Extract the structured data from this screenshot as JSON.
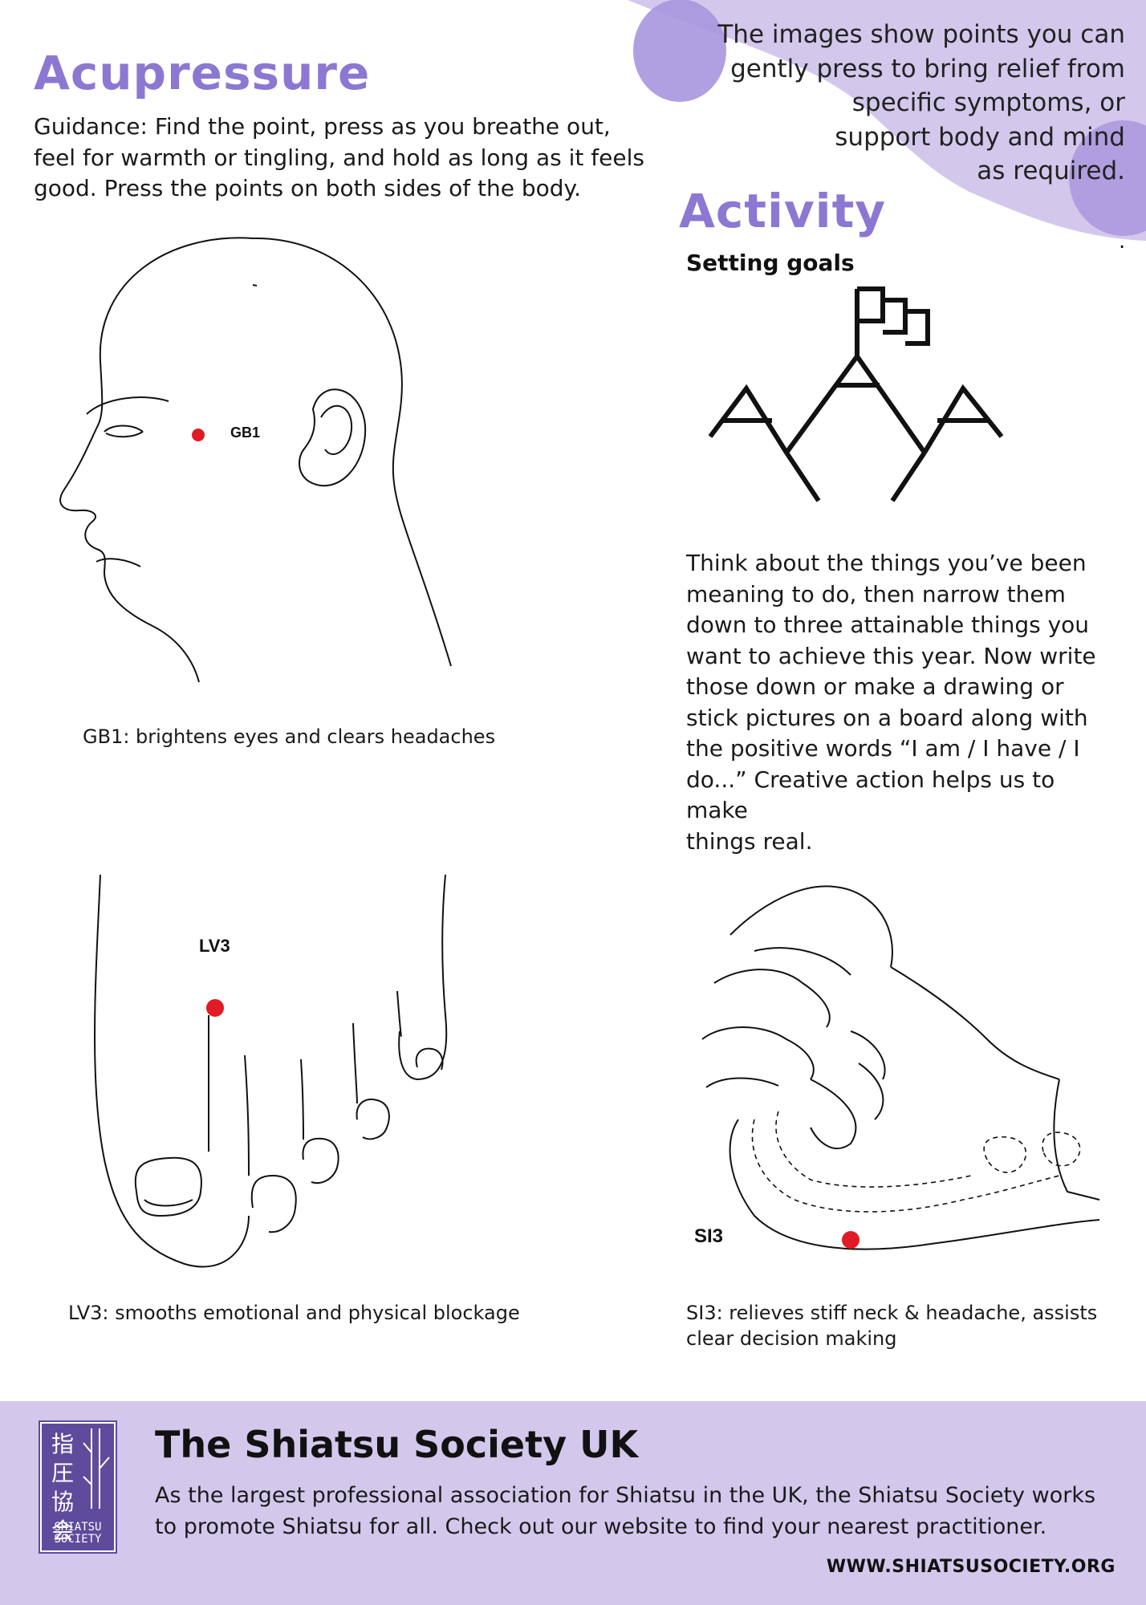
{
  "colors": {
    "accent": "#8c78d2",
    "blob_light": "#d3c8ec",
    "blob_dark": "#a996de",
    "point_red": "#e11b26",
    "footer_bg": "#d3c8ec"
  },
  "intro": {
    "lines": [
      "The images show points you can",
      "gently press to bring relief from",
      "specific symptoms, or",
      "support body and mind",
      "as required."
    ]
  },
  "acupressure": {
    "title": "Acupressure",
    "guidance_lines": [
      "Guidance: Find the point, press as you breathe out,",
      "feel for warmth or tingling, and hold as long as it feels",
      "good. Press the points on both sides of the body."
    ]
  },
  "activity": {
    "title": "Activity",
    "dot": ".",
    "subtitle": "Setting goals",
    "icon": "mountains-with-flags-icon",
    "paragraph_lines": [
      "Think about the things you’ve been",
      "meaning to do, then narrow them",
      "down to three attainable things you",
      "want to achieve this year. Now write",
      "those down or make a drawing or",
      "stick pictures on a board along with",
      "the positive words “I am / I have / I",
      "do...” Creative action helps us to make",
      "things real."
    ]
  },
  "points": {
    "gb1": {
      "label": "GB1",
      "caption": "GB1: brightens eyes and clears headaches"
    },
    "lv3": {
      "label": "LV3",
      "caption": "LV3: smooths emotional and physical blockage"
    },
    "si3": {
      "label": "SI3",
      "caption_lines": [
        "SI3: relieves stiff neck & headache, assists",
        "clear decision making"
      ]
    }
  },
  "footer": {
    "logo": {
      "cjk": [
        "指",
        "圧",
        "協",
        "会"
      ],
      "text_lines": [
        "SHIATSU",
        "SOCIETY"
      ]
    },
    "title": "The Shiatsu Society UK",
    "description_lines": [
      "As the largest professional association for Shiatsu in the UK, the Shiatsu Society works",
      "to promote Shiatsu for all. Check out our website to find your nearest practitioner."
    ],
    "website": "WWW.SHIATSUSOCIETY.ORG"
  }
}
